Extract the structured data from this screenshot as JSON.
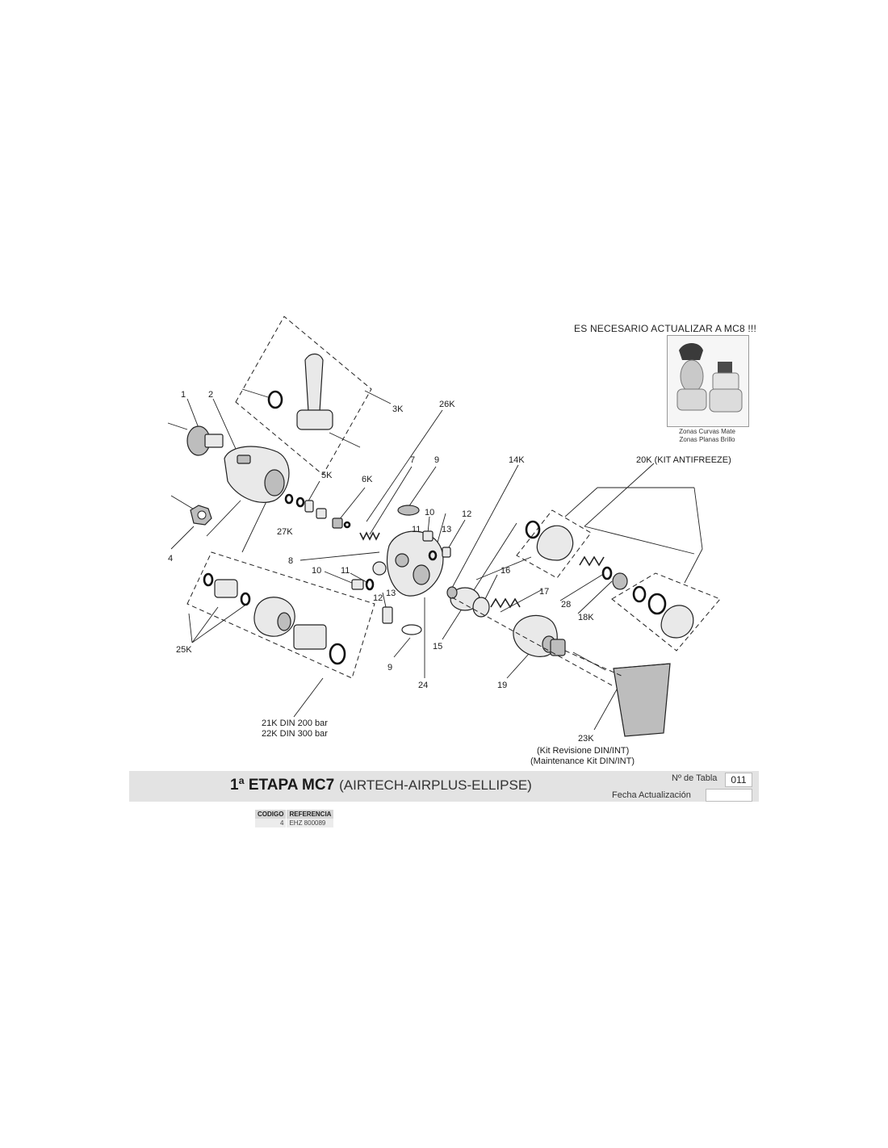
{
  "notice": {
    "text": "ES NECESARIO ACTUALIZAR A MC8 !!!",
    "caption_line1": "Zonas Curvas Mate",
    "caption_line2": "Zonas Planas Brillo"
  },
  "part_labels": {
    "p1": "1",
    "p2": "2",
    "p3k": "3K",
    "p4": "4",
    "p5k": "5K",
    "p6k": "6K",
    "p7": "7",
    "p8": "8",
    "p9_top": "9",
    "p9_bottom": "9",
    "p10_top": "10",
    "p10_left": "10",
    "p11_top": "11",
    "p11_left": "11",
    "p12_top": "12",
    "p12_left": "12",
    "p13_top": "13",
    "p13_left": "13",
    "p14k": "14K",
    "p15": "15",
    "p16": "16",
    "p17": "17",
    "p18k": "18K",
    "p19": "19",
    "p20k": "20K (KIT ANTIFREEZE)",
    "p21k": "21K  DIN 200 bar",
    "p22k": "22K  DIN 300 bar",
    "p23k": "23K",
    "p23k_line1": "(Kit Revisione DIN/INT)",
    "p23k_line2": "(Maintenance Kit DIN/INT)",
    "p24": "24",
    "p25k": "25K",
    "p26k": "26K",
    "p27k": "27K",
    "p28": "28"
  },
  "title": {
    "main": "1ª ETAPA MC7",
    "sub": "(AIRTECH-AIRPLUS-ELLIPSE)",
    "tabla_label": "Nº de Tabla",
    "tabla_value": "011",
    "fecha_label": "Fecha Actualización",
    "fecha_value": ""
  },
  "ref_table": {
    "headers": [
      "CODIGO",
      "REFERENCIA"
    ],
    "rows": [
      [
        "4",
        "EHZ 800089"
      ]
    ]
  }
}
